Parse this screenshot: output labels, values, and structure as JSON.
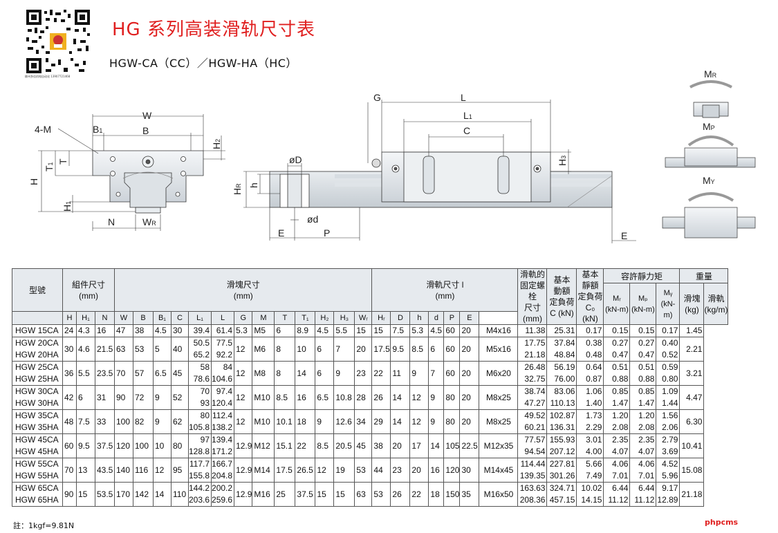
{
  "page": {
    "title": "HG 系列高装滑轨尺寸表",
    "subtitle": "HGW-CA（CC）／HGW-HA（HC）",
    "qr_caption": "柳州多佳机电自动化  13907721468",
    "note": "註：1kgf=9.81N",
    "brand": "phpcms"
  },
  "colors": {
    "title": "#e02020",
    "header_bg": "#e6eaee",
    "grid": "#555555"
  },
  "drawing_labels": {
    "left": {
      "four_m": "4-M",
      "W": "W",
      "B1": "B",
      "B1_sub": "1",
      "B": "B",
      "H2": "H",
      "H2_sub": "2",
      "T": "T",
      "T1": "T",
      "T1_sub": "1",
      "H": "H",
      "H1": "H",
      "H1_sub": "1",
      "N": "N",
      "WR": "W",
      "WR_sub": "R"
    },
    "middle": {
      "G": "G",
      "L": "L",
      "L1": "L",
      "L1_sub": "1",
      "C": "C",
      "H3": "H",
      "H3_sub": "3",
      "phiD": "øD",
      "phid": "ød",
      "h": "h",
      "HR": "H",
      "HR_sub": "R",
      "E": "E",
      "P": "P"
    },
    "right": {
      "E": "E"
    },
    "moments": {
      "MR": "M",
      "MR_sub": "R",
      "MP": "M",
      "MP_sub": "P",
      "MY": "M",
      "MY_sub": "Y"
    }
  },
  "table": {
    "header": {
      "model": "型號",
      "assembly": "組件尺寸",
      "assembly_unit": "(mm)",
      "block": "滑塊尺寸",
      "block_unit": "(mm)",
      "rail": "滑軌尺寸 l",
      "rail_unit": "(mm)",
      "bolt_l1": "滑軌的",
      "bolt_l2": "固定螺栓",
      "bolt_l3": "尺寸",
      "bolt_unit": "(mm)",
      "dyn_l1": "基本",
      "dyn_l2": "動額",
      "dyn_l3": "定負荷",
      "dyn_l4": "C (kN)",
      "sta_l1": "基本",
      "sta_l2": "靜額",
      "sta_l3": "定負荷",
      "sta_l4": "C₀ (kN)",
      "moment": "容許靜力矩",
      "weight": "重量",
      "mr": "Mᵣ",
      "mp": "Mₚ",
      "my": "Mᵧ",
      "moment_unit": "(kN-m)",
      "w_block": "滑塊",
      "w_block_unit": "(kg)",
      "w_rail": "滑軌",
      "w_rail_unit": "(kg/m)",
      "cols": [
        "H",
        "H₁",
        "N",
        "W",
        "B",
        "B₁",
        "C",
        "L₁",
        "L",
        "G",
        "M",
        "T",
        "T₁",
        "H₂",
        "H₃",
        "Wᵣ",
        "Hᵣ",
        "D",
        "h",
        "d",
        "P",
        "E"
      ]
    },
    "rows": [
      {
        "model": [
          "HGW 15CA"
        ],
        "H": "24",
        "H1": "4.3",
        "N": "16",
        "W": "47",
        "B": "38",
        "B1": "4.5",
        "C": "30",
        "L1": [
          "39.4"
        ],
        "L": [
          "61.4"
        ],
        "G": "5.3",
        "M": "M5",
        "T": "6",
        "T1": "8.9",
        "H2": "4.5",
        "H3": "5.5",
        "WR": "15",
        "HR": "15",
        "D": "7.5",
        "h": "5.3",
        "d": "4.5",
        "P": "60",
        "E": "20",
        "bolt": "M4x16",
        "C_dyn": [
          "11.38"
        ],
        "C0": [
          "25.31"
        ],
        "MR": [
          "0.17"
        ],
        "MP": [
          "0.15"
        ],
        "MY": [
          "0.15"
        ],
        "wb": [
          "0.17"
        ],
        "wr": "1.45"
      },
      {
        "model": [
          "HGW 20CA",
          "HGW 20HA"
        ],
        "H": "30",
        "H1": "4.6",
        "N": "21.5",
        "W": "63",
        "B": "53",
        "B1": "5",
        "C": "40",
        "L1": [
          "50.5",
          "65.2"
        ],
        "L": [
          "77.5",
          "92.2"
        ],
        "G": "12",
        "M": "M6",
        "T": "8",
        "T1": "10",
        "H2": "6",
        "H3": "7",
        "WR": "20",
        "HR": "17.5",
        "D": "9.5",
        "h": "8.5",
        "d": "6",
        "P": "60",
        "E": "20",
        "bolt": "M5x16",
        "C_dyn": [
          "17.75",
          "21.18"
        ],
        "C0": [
          "37.84",
          "48.84"
        ],
        "MR": [
          "0.38",
          "0.48"
        ],
        "MP": [
          "0.27",
          "0.47"
        ],
        "MY": [
          "0.27",
          "0.47"
        ],
        "wb": [
          "0.40",
          "0.52"
        ],
        "wr": "2.21"
      },
      {
        "model": [
          "HGW 25CA",
          "HGW 25HA"
        ],
        "H": "36",
        "H1": "5.5",
        "N": "23.5",
        "W": "70",
        "B": "57",
        "B1": "6.5",
        "C": "45",
        "L1": [
          "58",
          "78.6"
        ],
        "L": [
          "84",
          "104.6"
        ],
        "G": "12",
        "M": "M8",
        "T": "8",
        "T1": "14",
        "H2": "6",
        "H3": "9",
        "WR": "23",
        "HR": "22",
        "D": "11",
        "h": "9",
        "d": "7",
        "P": "60",
        "E": "20",
        "bolt": "M6x20",
        "C_dyn": [
          "26.48",
          "32.75"
        ],
        "C0": [
          "56.19",
          "76.00"
        ],
        "MR": [
          "0.64",
          "0.87"
        ],
        "MP": [
          "0.51",
          "0.88"
        ],
        "MY": [
          "0.51",
          "0.88"
        ],
        "wb": [
          "0.59",
          "0.80"
        ],
        "wr": "3.21"
      },
      {
        "model": [
          "HGW 30CA",
          "HGW 30HA"
        ],
        "H": "42",
        "H1": "6",
        "N": "31",
        "W": "90",
        "B": "72",
        "B1": "9",
        "C": "52",
        "L1": [
          "70",
          "93"
        ],
        "L": [
          "97.4",
          "120.4"
        ],
        "G": "12",
        "M": "M10",
        "T": "8.5",
        "T1": "16",
        "H2": "6.5",
        "H3": "10.8",
        "WR": "28",
        "HR": "26",
        "D": "14",
        "h": "12",
        "d": "9",
        "P": "80",
        "E": "20",
        "bolt": "M8x25",
        "C_dyn": [
          "38.74",
          "47.27"
        ],
        "C0": [
          "83.06",
          "110.13"
        ],
        "MR": [
          "1.06",
          "1.40"
        ],
        "MP": [
          "0.85",
          "1.47"
        ],
        "MY": [
          "0.85",
          "1.47"
        ],
        "wb": [
          "1.09",
          "1.44"
        ],
        "wr": "4.47"
      },
      {
        "model": [
          "HGW 35CA",
          "HGW 35HA"
        ],
        "H": "48",
        "H1": "7.5",
        "N": "33",
        "W": "100",
        "B": "82",
        "B1": "9",
        "C": "62",
        "L1": [
          "80",
          "105.8"
        ],
        "L": [
          "112.4",
          "138.2"
        ],
        "G": "12",
        "M": "M10",
        "T": "10.1",
        "T1": "18",
        "H2": "9",
        "H3": "12.6",
        "WR": "34",
        "HR": "29",
        "D": "14",
        "h": "12",
        "d": "9",
        "P": "80",
        "E": "20",
        "bolt": "M8x25",
        "C_dyn": [
          "49.52",
          "60.21"
        ],
        "C0": [
          "102.87",
          "136.31"
        ],
        "MR": [
          "1.73",
          "2.29"
        ],
        "MP": [
          "1.20",
          "2.08"
        ],
        "MY": [
          "1.20",
          "2.08"
        ],
        "wb": [
          "1.56",
          "2.06"
        ],
        "wr": "6.30"
      },
      {
        "model": [
          "HGW 45CA",
          "HGW 45HA"
        ],
        "H": "60",
        "H1": "9.5",
        "N": "37.5",
        "W": "120",
        "B": "100",
        "B1": "10",
        "C": "80",
        "L1": [
          "97",
          "128.8"
        ],
        "L": [
          "139.4",
          "171.2"
        ],
        "G": "12.9",
        "M": "M12",
        "T": "15.1",
        "T1": "22",
        "H2": "8.5",
        "H3": "20.5",
        "WR": "45",
        "HR": "38",
        "D": "20",
        "h": "17",
        "d": "14",
        "P": "105",
        "E": "22.5",
        "bolt": "M12x35",
        "C_dyn": [
          "77.57",
          "94.54"
        ],
        "C0": [
          "155.93",
          "207.12"
        ],
        "MR": [
          "3.01",
          "4.00"
        ],
        "MP": [
          "2.35",
          "4.07"
        ],
        "MY": [
          "2.35",
          "4.07"
        ],
        "wb": [
          "2.79",
          "3.69"
        ],
        "wr": "10.41"
      },
      {
        "model": [
          "HGW 55CA",
          "HGW 55HA"
        ],
        "H": "70",
        "H1": "13",
        "N": "43.5",
        "W": "140",
        "B": "116",
        "B1": "12",
        "C": "95",
        "L1": [
          "117.7",
          "155.8"
        ],
        "L": [
          "166.7",
          "204.8"
        ],
        "G": "12.9",
        "M": "M14",
        "T": "17.5",
        "T1": "26.5",
        "H2": "12",
        "H3": "19",
        "WR": "53",
        "HR": "44",
        "D": "23",
        "h": "20",
        "d": "16",
        "P": "120",
        "E": "30",
        "bolt": "M14x45",
        "C_dyn": [
          "114.44",
          "139.35"
        ],
        "C0": [
          "227.81",
          "301.26"
        ],
        "MR": [
          "5.66",
          "7.49"
        ],
        "MP": [
          "4.06",
          "7.01"
        ],
        "MY": [
          "4.06",
          "7.01"
        ],
        "wb": [
          "4.52",
          "5.96"
        ],
        "wr": "15.08"
      },
      {
        "model": [
          "HGW 65CA",
          "HGW 65HA"
        ],
        "H": "90",
        "H1": "15",
        "N": "53.5",
        "W": "170",
        "B": "142",
        "B1": "14",
        "C": "110",
        "L1": [
          "144.2",
          "203.6"
        ],
        "L": [
          "200.2",
          "259.6"
        ],
        "G": "12.9",
        "M": "M16",
        "T": "25",
        "T1": "37.5",
        "H2": "15",
        "H3": "15",
        "WR": "63",
        "HR": "53",
        "D": "26",
        "h": "22",
        "d": "18",
        "P": "150",
        "E": "35",
        "bolt": "M16x50",
        "C_dyn": [
          "163.63",
          "208.36"
        ],
        "C0": [
          "324.71",
          "457.15"
        ],
        "MR": [
          "10.02",
          "14.15"
        ],
        "MP": [
          "6.44",
          "11.12"
        ],
        "MY": [
          "6.44",
          "11.12"
        ],
        "wb": [
          "9.17",
          "12.89"
        ],
        "wr": "21.18"
      }
    ]
  }
}
